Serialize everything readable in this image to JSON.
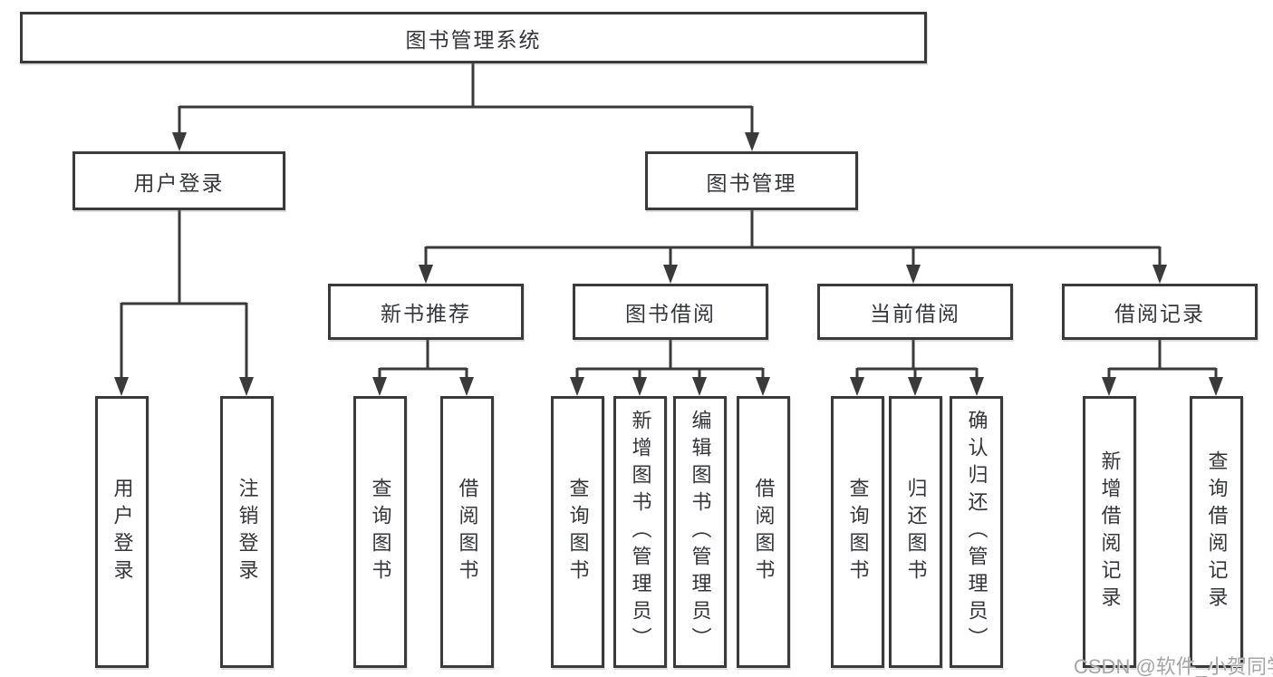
{
  "diagram": {
    "root": {
      "label": "图书管理系统"
    },
    "level2": [
      {
        "id": "user-login",
        "label": "用户登录"
      },
      {
        "id": "book-management",
        "label": "图书管理"
      }
    ],
    "level3": [
      {
        "id": "new-book-recommendation",
        "label": "新书推荐"
      },
      {
        "id": "book-borrowing",
        "label": "图书借阅"
      },
      {
        "id": "current-borrowing",
        "label": "当前借阅"
      },
      {
        "id": "borrowing-records",
        "label": "借阅记录"
      }
    ],
    "leaves": [
      {
        "id": "user-login",
        "label": "用户登录",
        "parent": "用户登录"
      },
      {
        "id": "logout",
        "label": "注销登录",
        "parent": "用户登录"
      },
      {
        "id": "query-books",
        "label": "查询图书",
        "parent": "新书推荐"
      },
      {
        "id": "borrow-books",
        "label": "借阅图书",
        "parent": "新书推荐"
      },
      {
        "id": "query-books",
        "label": "查询图书",
        "parent": "图书借阅"
      },
      {
        "id": "add-book-admin",
        "label": "新增图书（管理员）",
        "parent": "图书借阅"
      },
      {
        "id": "edit-book-admin",
        "label": "编辑图书（管理员）",
        "parent": "图书借阅"
      },
      {
        "id": "borrow-books",
        "label": "借阅图书",
        "parent": "图书借阅"
      },
      {
        "id": "query-books",
        "label": "查询图书",
        "parent": "当前借阅"
      },
      {
        "id": "return-book",
        "label": "归还图书",
        "parent": "当前借阅"
      },
      {
        "id": "confirm-return-admin",
        "label": "确认归还（管理员）",
        "parent": "当前借阅"
      },
      {
        "id": "add-borrow-record",
        "label": "新增借阅记录",
        "parent": "借阅记录"
      },
      {
        "id": "query-borrow-record",
        "label": "查询借阅记录",
        "parent": "借阅记录"
      }
    ]
  },
  "watermark": {
    "text": "CSDN @软件_小贺同学"
  },
  "colors": {
    "line": "#3a3a3a",
    "box_border": "#3a3a3a",
    "text": "#35363a",
    "watermark": "#a5a5a5",
    "background": "#ffffff"
  }
}
